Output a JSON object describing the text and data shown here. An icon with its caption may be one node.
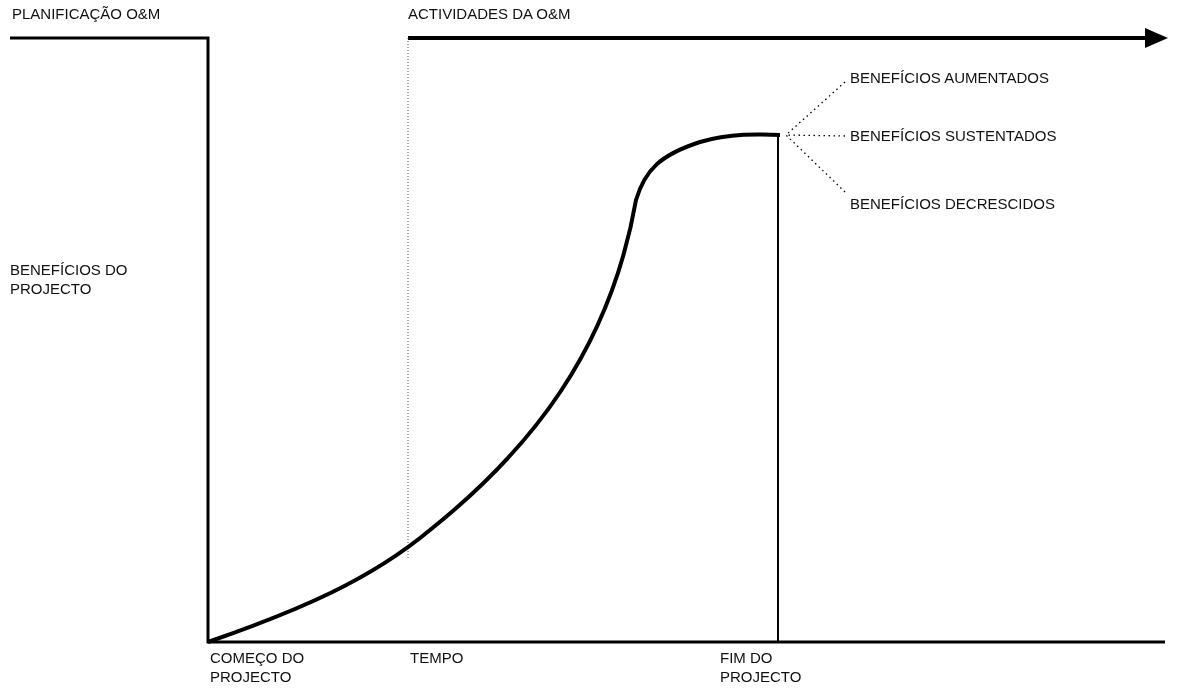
{
  "diagram": {
    "nodes": [
      {
        "text": [
          "BENEFÍCIOS AUMENTADOS"
        ]
      },
      {
        "text": [
          "BENEFÍCIOS SUSTENTADOS"
        ]
      },
      {
        "text": [
          "BENEFÍCIOS DECRESCIDOS"
        ]
      }
    ],
    "edges": [
      {
        "from": 0,
        "to": null,
        "arrow": "none",
        "style": "dashed"
      },
      {
        "from": 1,
        "to": null,
        "arrow": "none",
        "style": "dashed"
      },
      {
        "from": 2,
        "to": null,
        "arrow": "none",
        "style": "dashed"
      }
    ],
    "labels": [
      "PLANIFICAÇÃO O&M",
      "ACTIVIDADES DA O&M",
      "BENEFÍCIOS DO PROJECTO",
      "COMEÇO DO PROJECTO",
      "TEMPO",
      "FIM DO PROJECTO"
    ]
  }
}
